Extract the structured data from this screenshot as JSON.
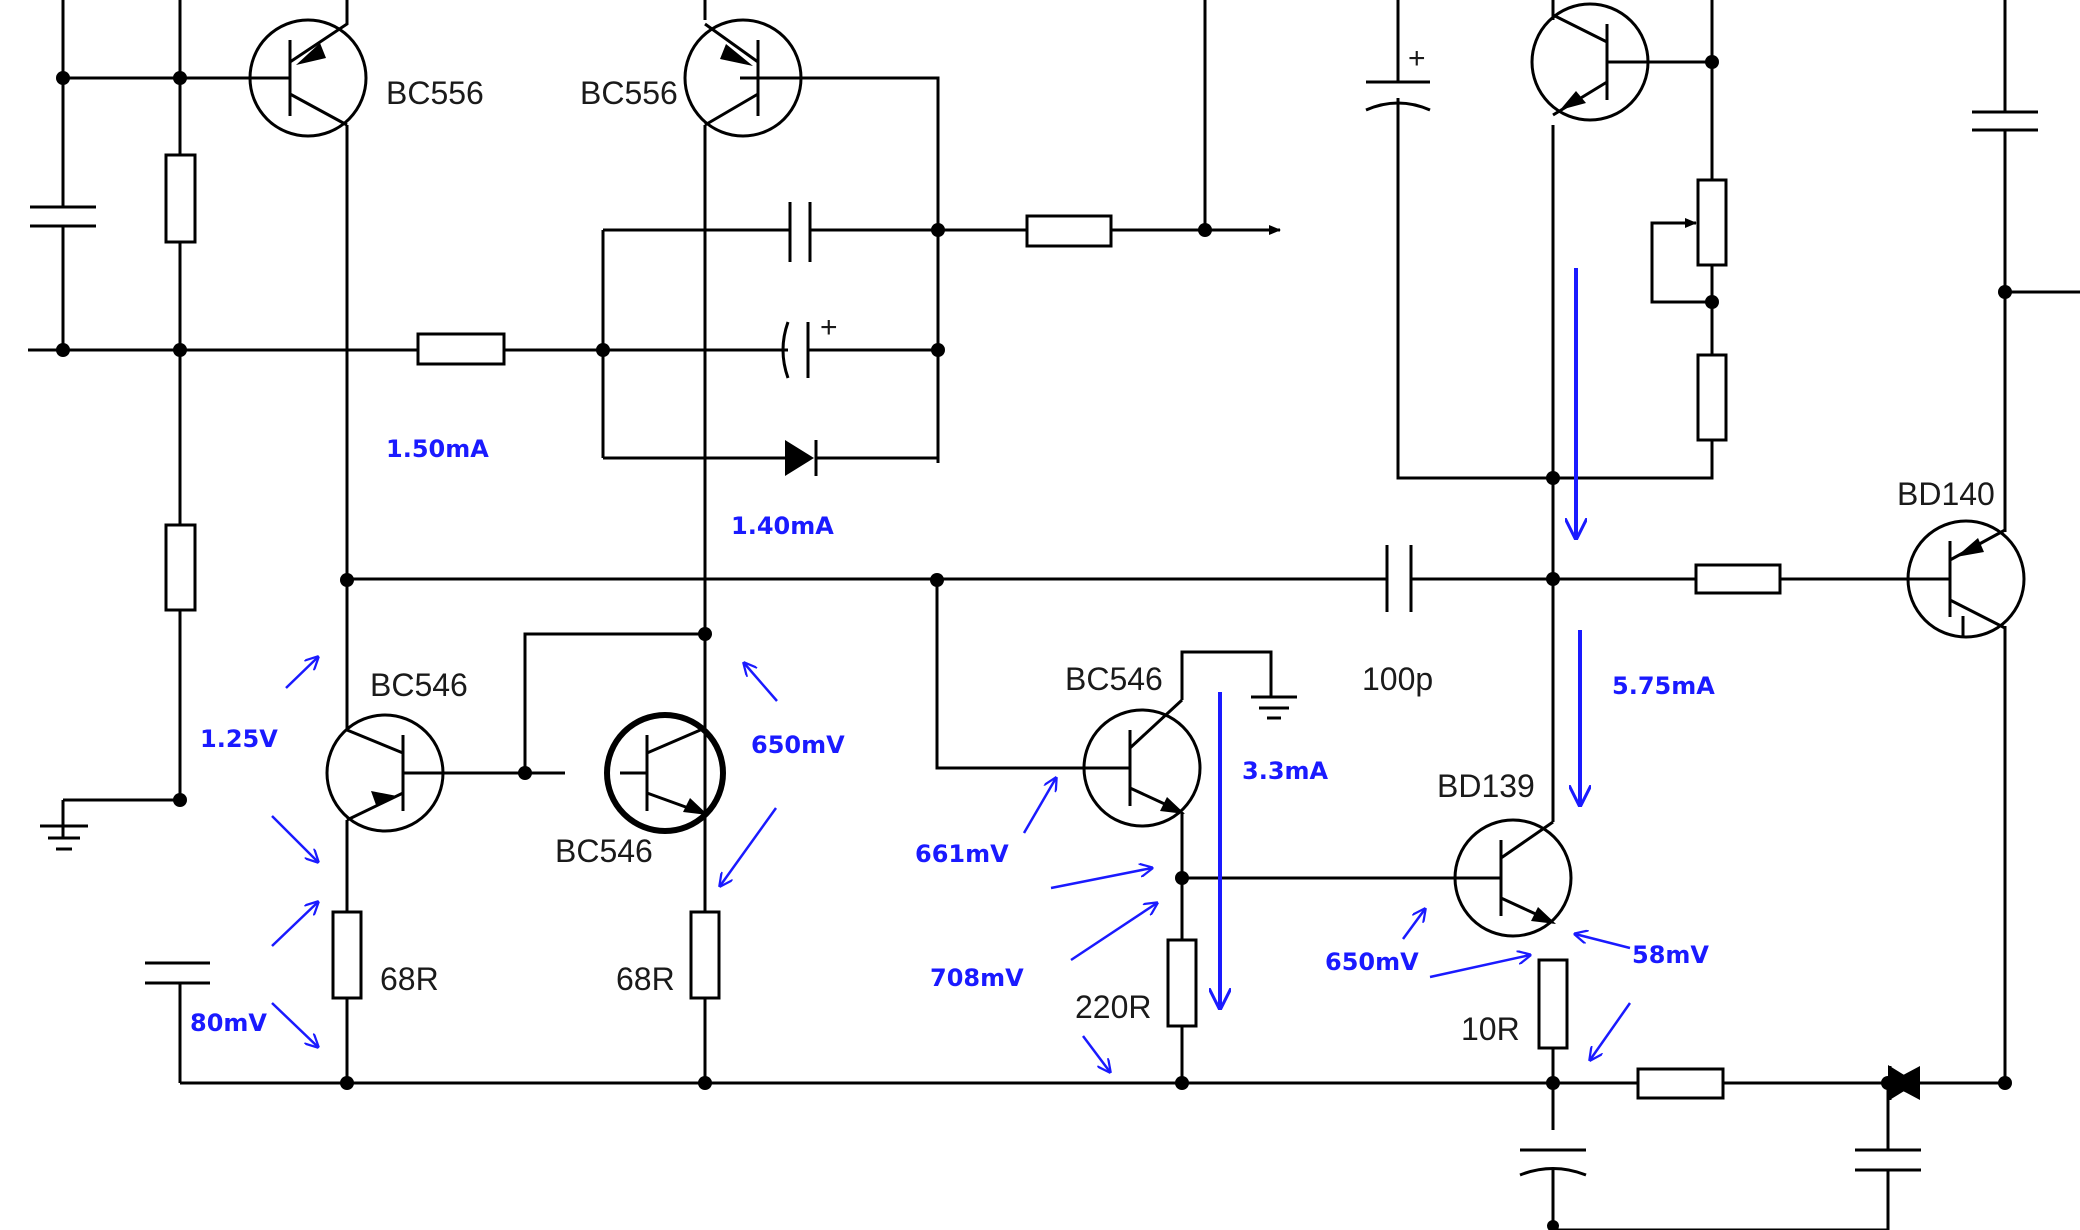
{
  "diagram": {
    "kind": "amplifier schematic",
    "line_color": "#000000",
    "annotation_color": "#1a1aff",
    "transistors": {
      "q1": "BC556",
      "q2": "BC556",
      "q3": "BC546",
      "q4": "BC546",
      "q5": "BC546",
      "q6": "BD139",
      "q7": "BD140"
    },
    "resistors": {
      "r_tail_left": "68R",
      "r_tail_right": "68R",
      "r_vas": "220R",
      "r_emitter": "10R"
    },
    "capacitors": {
      "c_miller": "100p"
    },
    "annotations": {
      "i_left": "1.50mA",
      "i_right": "1.40mA",
      "v_base_left": "1.25V",
      "v_be_mirror": "650mV",
      "v_tail": "80mV",
      "v_base_vas": "661mV",
      "v_emitter_vas": "708mV",
      "i_vas_driver": "3.3mA",
      "i_vas": "5.75mA",
      "v_be_bd139": "650mV",
      "v_re": "58mV"
    }
  }
}
